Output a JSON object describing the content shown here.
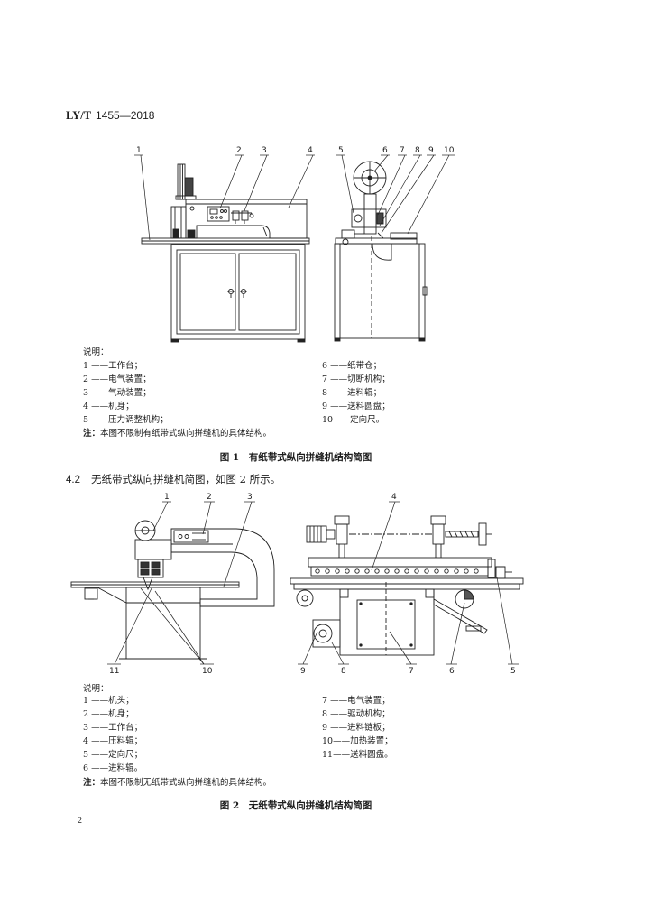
{
  "header": {
    "prefix": "LY/T",
    "number": "1455—2018"
  },
  "figure1": {
    "callouts": [
      "1",
      "2",
      "3",
      "4",
      "5",
      "6",
      "7",
      "8",
      "9",
      "10"
    ],
    "legend_title": "说明：",
    "legend_left": [
      "1 ——工作台；",
      "2 ——电气装置；",
      "3 ——气动装置；",
      "4 ——机身；",
      "5 ——压力调整机构；"
    ],
    "legend_right": [
      "6 ——纸带仓；",
      "7 ——切断机构；",
      "8 ——进料辊；",
      "9 ——送料圆盘；",
      "10——定向尺。"
    ],
    "note_label": "注：",
    "note_text": "本图不限制有纸带式纵向拼缝机的具体结构。",
    "caption": "图 1　有纸带式纵向拼缝机结构简图"
  },
  "section_4_2": {
    "number": "4.2",
    "text": "无纸带式纵向拼缝机简图，如图 2 所示。"
  },
  "figure2": {
    "callouts_top": [
      "1",
      "2",
      "3",
      "4"
    ],
    "callouts_bottom": [
      "11",
      "10",
      "9",
      "8",
      "7",
      "6",
      "5"
    ],
    "legend_title": "说明：",
    "legend_left": [
      "1 ——机头；",
      "2 ——机身；",
      "3 ——工作台；",
      "4 ——压料辊；",
      "5 ——定向尺；",
      "6 ——进料辊。"
    ],
    "legend_right": [
      "7 ——电气装置；",
      "8 ——驱动机构；",
      "9 ——进料链板；",
      "10——加热装置；",
      "11——送料圆盘。"
    ],
    "note_label": "注：",
    "note_text": "本图不限制无纸带式纵向拼缝机的具体结构。",
    "caption": "图 2　无纸带式纵向拼缝机结构简图"
  },
  "page_number": "2"
}
